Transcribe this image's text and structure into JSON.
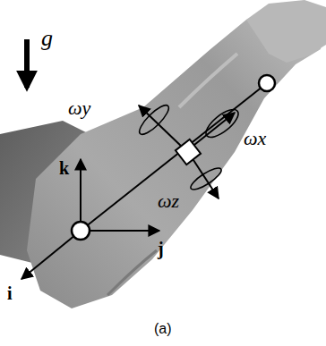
{
  "diagram": {
    "caption": "(a)",
    "labels": [
      "g",
      "ωy",
      "ωx",
      "ωz",
      "k",
      "i",
      "j"
    ]
  }
}
